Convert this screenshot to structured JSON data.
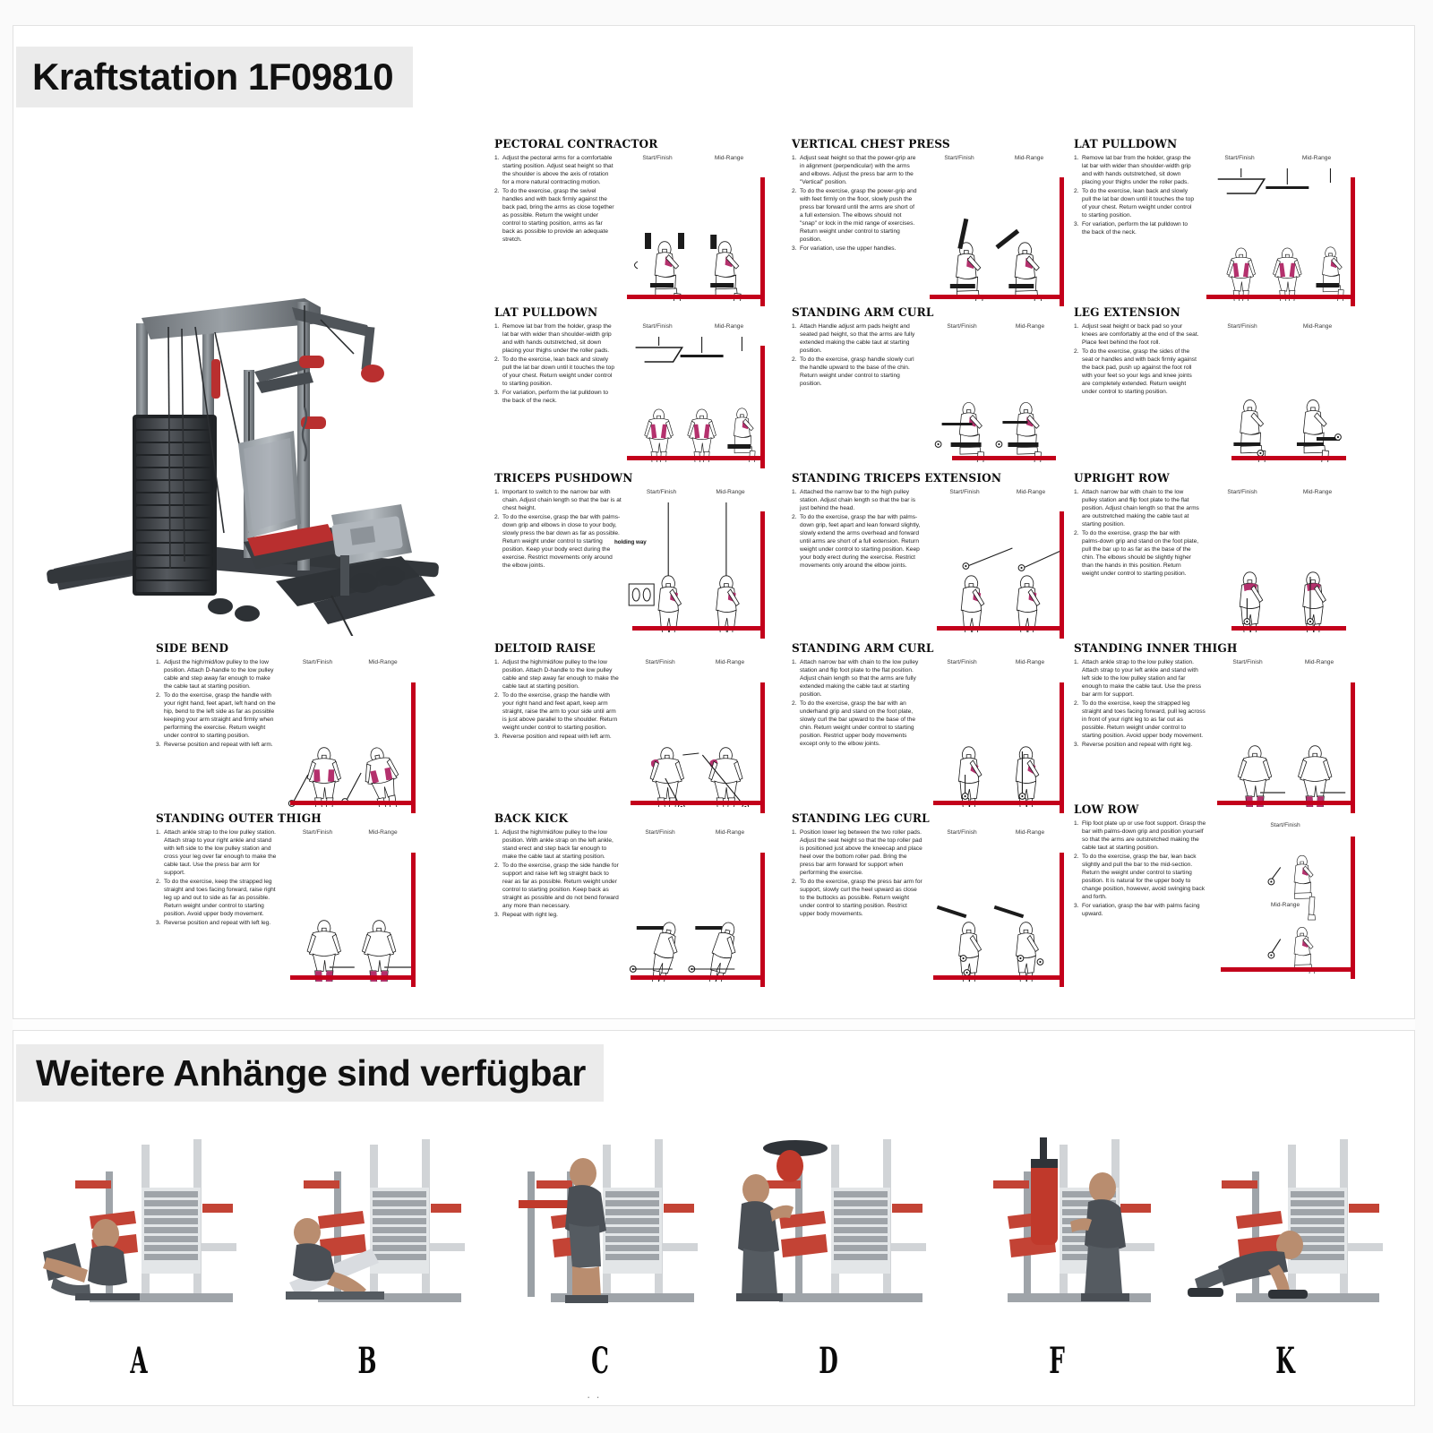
{
  "document": {
    "title": "Kraftstation 1F09810",
    "attachments_heading": "Weitere Anhänge sind verfügbar",
    "accent_red": "#c3001b",
    "muscle_magenta": "#b4316d",
    "heading_bg": "#ebebeb"
  },
  "figure_labels": {
    "start": "Start/Finish",
    "mid": "Mid-Range"
  },
  "machine": {
    "alt_name": "home-gym-multi-station"
  },
  "exercises": [
    {
      "id": "pectoral-contractor",
      "title": "PECTORAL CONTRACTOR",
      "steps": [
        "Adjust the pectoral arms for a comfortable starting position. Adjust seat height so that the shoulder is above the axis of rotation for a more natural contracting motion.",
        "To do the exercise, grasp the swivel handles and with back firmly against the back pad, bring the arms as close together as possible. Return the weight under control to starting position, arms as far back as possible to provide an adequate stretch."
      ]
    },
    {
      "id": "vertical-chest-press",
      "title": "VERTICAL CHEST PRESS",
      "steps": [
        "Adjust seat height so that the power-grip are in alignment (perpendicular) with the arms and elbows. Adjust the press bar arm to the \"Vertical\" position.",
        "To do the exercise, grasp the power-grip and with feet firmly on the floor, slowly push the press bar forward until the arms are short of a full extension. The elbows should not \"snap\" or lock in the mid range of exercises. Return weight under control to starting position.",
        "For variation, use the upper handles."
      ]
    },
    {
      "id": "lat-pulldown-1",
      "title": "LAT PULLDOWN",
      "steps": [
        "Remove lat bar from the holder, grasp the lat bar with wider than shoulder-width grip and with hands outstretched, sit down placing your thighs under the roller pads.",
        "To do the exercise, lean back and slowly pull the lat bar down until it touches the top of your chest. Return weight under control to starting position.",
        "For variation, perform the lat pulldown to the back of the neck."
      ]
    },
    {
      "id": "lat-pulldown-2",
      "title": "LAT PULLDOWN",
      "steps": [
        "Remove lat bar from the holder, grasp the lat bar with wider than shoulder-width grip and with hands outstretched, sit down placing your thighs under the roller pads.",
        "To do the exercise, lean back and slowly pull the lat bar down until it touches the top of your chest. Return weight under control to starting position.",
        "For variation, perform the lat pulldown to the back of the neck."
      ]
    },
    {
      "id": "standing-arm-curl-seated",
      "title": "STANDING ARM CURL",
      "steps": [
        "Attach Handle adjust arm pads height and seated pad height, so that the arms are fully extended making the cable taut at starting position.",
        "To do the exercise, grasp  handle slowly curl the handle upward  to the base of the chin. Return weight under control to starting position."
      ]
    },
    {
      "id": "leg-extension",
      "title": "LEG EXTENSION",
      "steps": [
        "Adjust seat height or back pad so your knees are comfortably at the end of the seat. Place feet behind the foot roll.",
        "To do the exercise, grasp the sides of the seat or handles and with back firmly against the back pad, push up against the foot roll with your feet so your legs and knee joints are completely extended. Return weight under control to starting position."
      ]
    },
    {
      "id": "triceps-pushdown",
      "title": "TRICEPS PUSHDOWN",
      "extra_label": "holding way",
      "steps": [
        "Important to switch to the narrow bar with chain. Adjust chain length so that the bar is at chest height.",
        "To do the exercise, grasp the bar with palms-down grip and elbows in close to your body, slowly press the bar down as far as possible. Return weight under control to starting position. Keep your body erect during the exercise. Restrict movements only around the elbow joints."
      ]
    },
    {
      "id": "standing-triceps-extension",
      "title": "STANDING TRICEPS EXTENSION",
      "steps": [
        "Attached the narrow bar to the high pulley station. Adjust chain length so that the bar is just behind the head.",
        "To do the exercise, grasp the bar with palms-down grip, feet apart and lean forward slightly, slowly extend the arms overhead and forward until arms are short of a full extension. Return weight under control to starting position. Keep your body erect during the exercise. Restrict movements only around the elbow joints."
      ]
    },
    {
      "id": "upright-row",
      "title": "UPRIGHT ROW",
      "steps": [
        "Attach narrow bar with chain to the low pulley station and flip foot plate to the flat position. Adjust chain length so that the arms are outstretched making the cable taut at starting position.",
        "To do the exercise, grasp the bar with palms-down grip and stand on the foot plate, pull the bar up to as far as the base of the chin. The elbows should be slightly higher than the hands in this position. Return weight under control to starting position."
      ]
    },
    {
      "id": "side-bend",
      "title": "SIDE BEND",
      "steps": [
        "Adjust the high/mid/low pulley to the low position. Attach D-handle to the low pulley cable and step away far enough to make the cable taut at starting position.",
        "To do the exercise, grasp the handle with your right hand, feet apart, left hand on the hip, bend to the left side as far as possible keeping your arm straight and firmly when performing the exercise. Return weight under control to starting position.",
        "Reverse position and repeat with left arm."
      ]
    },
    {
      "id": "deltoid-raise",
      "title": "DELTOID RAISE",
      "steps": [
        "Adjust the high/mid/low pulley to the low position. Attach D-handle to the low pulley cable and step away far enough to make the cable taut at starting position.",
        "To do the exercise, grasp the handle with your right hand and feet apart, keep arm straight, raise the arm to your side until arm is just above parallel to the shoulder. Return weight under control to starting position.",
        "Reverse position and repeat with left arm."
      ]
    },
    {
      "id": "standing-arm-curl-low-pulley",
      "title": "STANDING ARM CURL",
      "steps": [
        "Attach narrow bar with chain to the low pulley station and flip foot plate to the flat position. Adjust chain length so that the arms are fully extended making the cable taut at starting position.",
        "To do the exercise, grasp the bar with an underhand grip and stand on the foot plate, slowly curl the bar upward to the base of the chin. Return weight under control to starting position. Restrict upper body movements except only to the elbow joints."
      ]
    },
    {
      "id": "standing-inner-thigh",
      "title": "STANDING INNER THIGH",
      "steps": [
        "Attach ankle strap to the low pulley station. Attach strap to your left ankle and stand with left side to the low pulley station and far enough to make the cable taut. Use the press bar arm for support.",
        "To do the exercise, keep the strapped leg straight and toes facing forward, pull leg across in front of your right leg to as far out as possible. Return weight under control to starting position. Avoid upper body movement.",
        "Reverse position and repeat with right leg."
      ]
    },
    {
      "id": "standing-outer-thigh",
      "title": "STANDING OUTER THIGH",
      "steps": [
        "Attach ankle strap to the low pulley station. Attach strap to your right ankle and stand with left side to the low pulley station and cross your leg over far enough to make the cable taut. Use the press bar arm for support.",
        "To do the exercise, keep the strapped leg straight and toes facing forward, raise right leg up and out to side as far as possible. Return weight under control to starting position. Avoid upper body movement.",
        "Reverse position and repeat with left leg."
      ]
    },
    {
      "id": "back-kick",
      "title": "BACK KICK",
      "steps": [
        "Adjust the high/mid/low pulley to the low position. With ankle strap on the left ankle, stand erect and step back far enough to make the cable taut at starting position.",
        "To do the exercise, grasp the side handle for support and raise left leg straight back to rear as far as possible. Return weight under control to starting position. Keep back as straight as possible and do not bend forward any more than necessary.",
        "Repeat with right leg."
      ]
    },
    {
      "id": "standing-leg-curl",
      "title": "STANDING LEG CURL",
      "steps": [
        "Position lower leg between the two roller pads. Adjust the seat height so that the top roller pad is positioned just above the kneecap and place heel over the bottom roller pad. Bring the press bar arm forward for support when performing the exercise.",
        "To do the exercise, grasp the press bar arm for support, slowly curl the heel upward as close to the buttocks as possible. Return weight under control to starting position. Restrict upper body movements."
      ]
    },
    {
      "id": "low-row",
      "title": "LOW ROW",
      "steps": [
        "Flip foot plate up or use foot support. Grasp the bar with palms-down grip and position yourself so that the arms are outstretched making the cable taut at starting position.",
        "To do the exercise, grasp the bar, lean back slightly and pull the bar to the mid-section. Return the weight under control to starting position. It is natural for the upper body to change position, however, avoid swinging back and forth.",
        "For variation, grasp the bar with palms facing upward."
      ]
    }
  ],
  "attachments": [
    {
      "label": "A",
      "name": "leg-press-attachment"
    },
    {
      "label": "B",
      "name": "sit-up-bench-attachment"
    },
    {
      "label": "C",
      "name": "dip-station-attachment"
    },
    {
      "label": "D",
      "name": "speed-ball-attachment"
    },
    {
      "label": "F",
      "name": "punching-bag-attachment"
    },
    {
      "label": "K",
      "name": "push-up-bar-attachment"
    }
  ]
}
